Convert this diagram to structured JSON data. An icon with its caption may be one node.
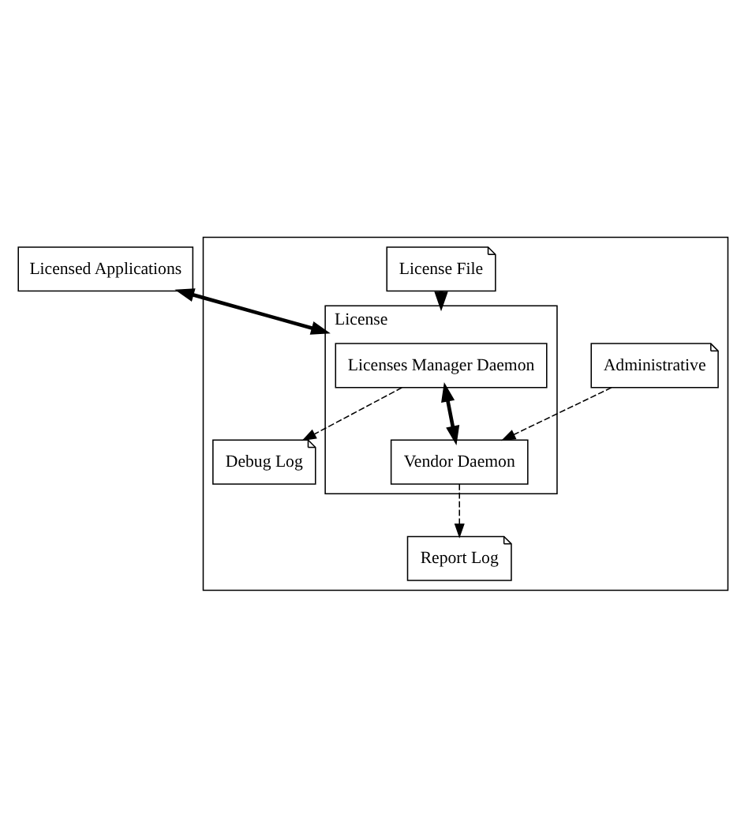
{
  "diagram": {
    "nodes": [
      {
        "text": [
          "Licensed Applications"
        ]
      },
      {
        "text": [],
        "shape": "box"
      },
      {
        "text": [
          "License"
        ],
        "in": 1
      },
      {
        "text": [
          "Licenses Manager Daemon"
        ],
        "in": 2
      },
      {
        "text": [
          "Vendor Daemon"
        ],
        "in": 2
      },
      {
        "text": [
          "Debug Log"
        ],
        "in": 1
      },
      {
        "text": [
          "Administrative"
        ],
        "in": 1
      },
      {
        "text": [
          "Report Log"
        ],
        "in": 1
      },
      {
        "text": [
          "License File"
        ],
        "in": 1
      }
    ],
    "edges": [
      {
        "from": 0,
        "to": 2,
        "arrow": "both",
        "style": "thick"
      },
      {
        "from": 3,
        "to": 4,
        "arrow": "both",
        "style": "thick"
      },
      {
        "from": 8,
        "to": 2,
        "arrow": "to",
        "style": "thick"
      },
      {
        "from": 3,
        "to": 5,
        "arrow": "to",
        "style": "dashed"
      },
      {
        "from": 6,
        "to": 4,
        "arrow": "to",
        "style": "dashed"
      },
      {
        "from": 4,
        "to": 7,
        "arrow": "to",
        "style": "dashed"
      }
    ]
  }
}
